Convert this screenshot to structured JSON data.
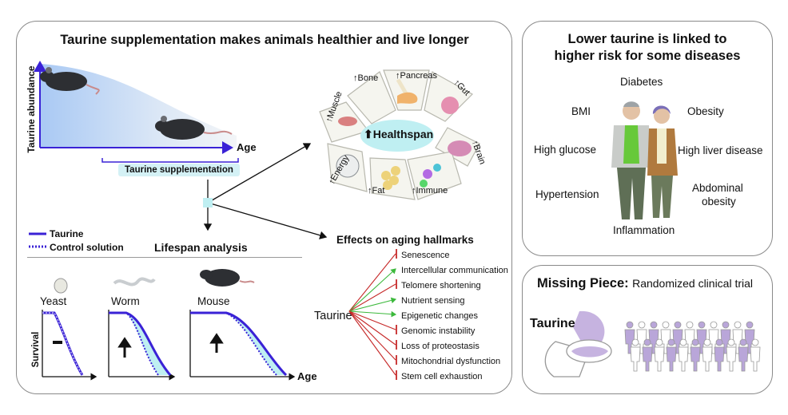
{
  "main_panel": {
    "title": "Taurine supplementation makes animals healthier and live longer",
    "abundance_chart": {
      "ylabel": "Taurine abundance",
      "xlabel": "Age",
      "bracket_label": "Taurine supplementation"
    },
    "healthspan": {
      "center_label": "Healthspan",
      "organs": [
        "Muscle",
        "Bone",
        "Pancreas",
        "Gut",
        "Brain",
        "Immune",
        "Fat",
        "Energy"
      ]
    },
    "legend": {
      "taurine": "Taurine",
      "control": "Control solution"
    },
    "lifespan": {
      "title": "Lifespan analysis",
      "ylabel": "Survival",
      "xlabel": "Age",
      "organisms": [
        "Yeast",
        "Worm",
        "Mouse"
      ],
      "effects": [
        "none",
        "up",
        "up"
      ]
    },
    "hallmarks": {
      "title": "Effects on aging hallmarks",
      "source": "Taurine",
      "items": [
        {
          "label": "Senescence",
          "effect": "inhibit"
        },
        {
          "label": "Intercellular communication",
          "effect": "promote"
        },
        {
          "label": "Telomere shortening",
          "effect": "inhibit"
        },
        {
          "label": "Nutrient sensing",
          "effect": "promote"
        },
        {
          "label": "Epigenetic changes",
          "effect": "promote"
        },
        {
          "label": "Genomic instability",
          "effect": "inhibit"
        },
        {
          "label": "Loss of proteostasis",
          "effect": "inhibit"
        },
        {
          "label": "Mitochondrial dysfunction",
          "effect": "inhibit"
        },
        {
          "label": "Stem cell exhaustion",
          "effect": "inhibit"
        }
      ]
    }
  },
  "risk_panel": {
    "title_line1": "Lower taurine is linked to",
    "title_line2": "higher risk for some diseases",
    "diseases": {
      "diabetes": "Diabetes",
      "bmi": "BMI",
      "obesity": "Obesity",
      "high_glucose": "High glucose",
      "high_liver_disease": "High liver disease",
      "hypertension": "Hypertension",
      "abdominal_obesity_l1": "Abdominal",
      "abdominal_obesity_l2": "obesity",
      "inflammation": "Inflammation"
    }
  },
  "missing_panel": {
    "title_bold": "Missing Piece:",
    "title_rest": "Randomized clinical trial",
    "pill_label": "Taurine"
  },
  "colors": {
    "taurine_line": "#3a22d6",
    "inhibit": "#c62828",
    "promote": "#3cb93c",
    "cyan_fill": "#bfeff2",
    "purple": "#b9a6d9"
  }
}
